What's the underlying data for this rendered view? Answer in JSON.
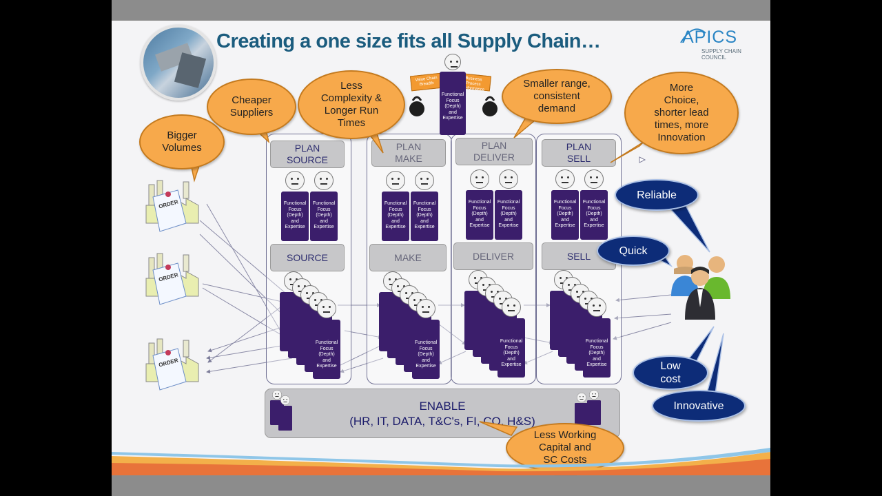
{
  "title": "Creating a one size fits all Supply Chain…",
  "logo": {
    "name": "APICS",
    "sub": "SUPPLY CHAIN COUNCIL"
  },
  "functional_label": [
    "Functional",
    "Focus",
    "(Depth)",
    "and",
    "Expertise"
  ],
  "columns": [
    {
      "plan": [
        "PLAN",
        "SOURCE"
      ],
      "exec": "SOURCE",
      "dim": false
    },
    {
      "plan": [
        "PLAN",
        "MAKE"
      ],
      "exec": "MAKE",
      "dim": true
    },
    {
      "plan": [
        "PLAN",
        "DELIVER"
      ],
      "exec": "DELIVER",
      "dim": true
    },
    {
      "plan": [
        "PLAN",
        "SELL"
      ],
      "exec": "SELL",
      "dim": false
    }
  ],
  "top_signs": {
    "left": "Value Chain Breadth",
    "right": "Business Process Performance"
  },
  "bubbles": {
    "bigger_volumes": [
      "Bigger",
      "Volumes"
    ],
    "cheaper_suppliers": [
      "Cheaper",
      "Suppliers"
    ],
    "less_complexity": [
      "Less",
      "Complexity &",
      "Longer Run",
      "Times"
    ],
    "smaller_range": [
      "Smaller range,",
      "consistent",
      "demand"
    ],
    "more_choice": [
      "More",
      "Choice,",
      "shorter lead",
      "times, more",
      "Innovation"
    ],
    "less_working_capital": [
      "Less Working",
      "Capital and",
      "SC Costs"
    ]
  },
  "customer_bubbles": {
    "reliable": "Reliable",
    "quick": "Quick",
    "low_cost": [
      "Low",
      "cost"
    ],
    "innovative": "Innovative"
  },
  "enable": {
    "title": "ENABLE",
    "subtitle": "(HR, IT, DATA, T&C's,  FI, CO, H&S)"
  },
  "factory_label": "ORDER",
  "colors": {
    "title": "#1b5c7e",
    "bubble": "#f7a94b",
    "navy_bubble": "#0d2c78",
    "figure_body": "#3b1e6b",
    "box": "#c7c7c9"
  }
}
